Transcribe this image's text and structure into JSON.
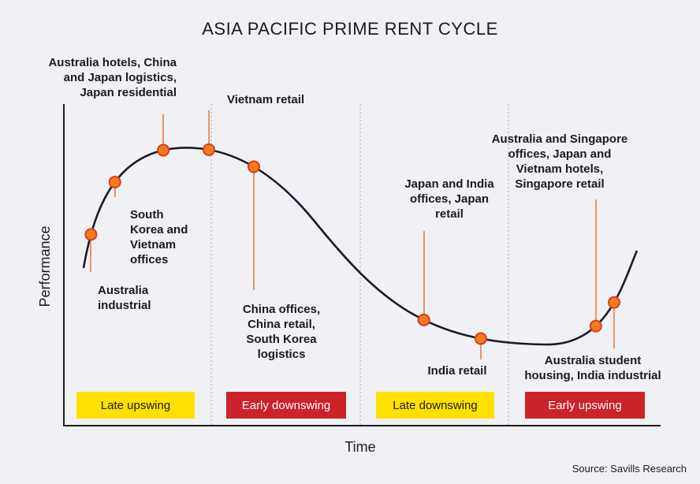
{
  "chart_data": {
    "type": "line",
    "title": "ASIA PACIFIC PRIME RENT CYCLE",
    "xlabel": "Time",
    "ylabel": "Performance",
    "source": "Source: Savills Research",
    "colors": {
      "curve": "#1c1a2e",
      "marker_fill": "#f07d1a",
      "marker_stroke": "#e03a1e",
      "leader": "#e8702a",
      "yellow": "#ffe000",
      "red": "#cc2229",
      "divider": "#a7a9b0"
    },
    "phases": [
      {
        "label": "Late upswing",
        "color": "yellow"
      },
      {
        "label": "Early downswing",
        "color": "red"
      },
      {
        "label": "Late downswing",
        "color": "yellow"
      },
      {
        "label": "Early upswing",
        "color": "red"
      }
    ],
    "points": [
      {
        "id": "australia-industrial",
        "t": 0.18,
        "phase": 1,
        "lines": [
          "Australia",
          "industrial"
        ]
      },
      {
        "id": "south-korea-vietnam-offices",
        "t": 0.5,
        "phase": 1,
        "lines": [
          "South",
          "Korea and",
          "Vietnam",
          "offices"
        ]
      },
      {
        "id": "australia-hotels-china-japan",
        "t": 0.84,
        "phase": 1,
        "lines": [
          "Australia hotels, China",
          "and Japan logistics,",
          "Japan residential"
        ]
      },
      {
        "id": "vietnam-retail",
        "t": 0.1,
        "phase": 2,
        "lines": [
          "Vietnam retail"
        ]
      },
      {
        "id": "china-offices-retail-korea-logistics",
        "t": 0.48,
        "phase": 2,
        "lines": [
          "China offices,",
          "China retail,",
          "South Korea",
          "logistics"
        ]
      },
      {
        "id": "japan-india-offices-japan-retail",
        "t": 0.57,
        "phase": 3,
        "lines": [
          "Japan and India",
          "offices, Japan",
          "retail"
        ]
      },
      {
        "id": "india-retail",
        "t": 0.8,
        "phase": 3,
        "lines": [
          "India retail"
        ]
      },
      {
        "id": "australia-singapore-offices",
        "t": 0.36,
        "phase": 4,
        "lines": [
          "Australia and Singapore",
          "offices, Japan and",
          "Vietnam hotels,",
          "Singapore retail"
        ]
      },
      {
        "id": "australia-student-housing",
        "t": 0.57,
        "phase": 4,
        "lines": [
          "Australia student",
          "housing, India industrial"
        ]
      }
    ]
  }
}
